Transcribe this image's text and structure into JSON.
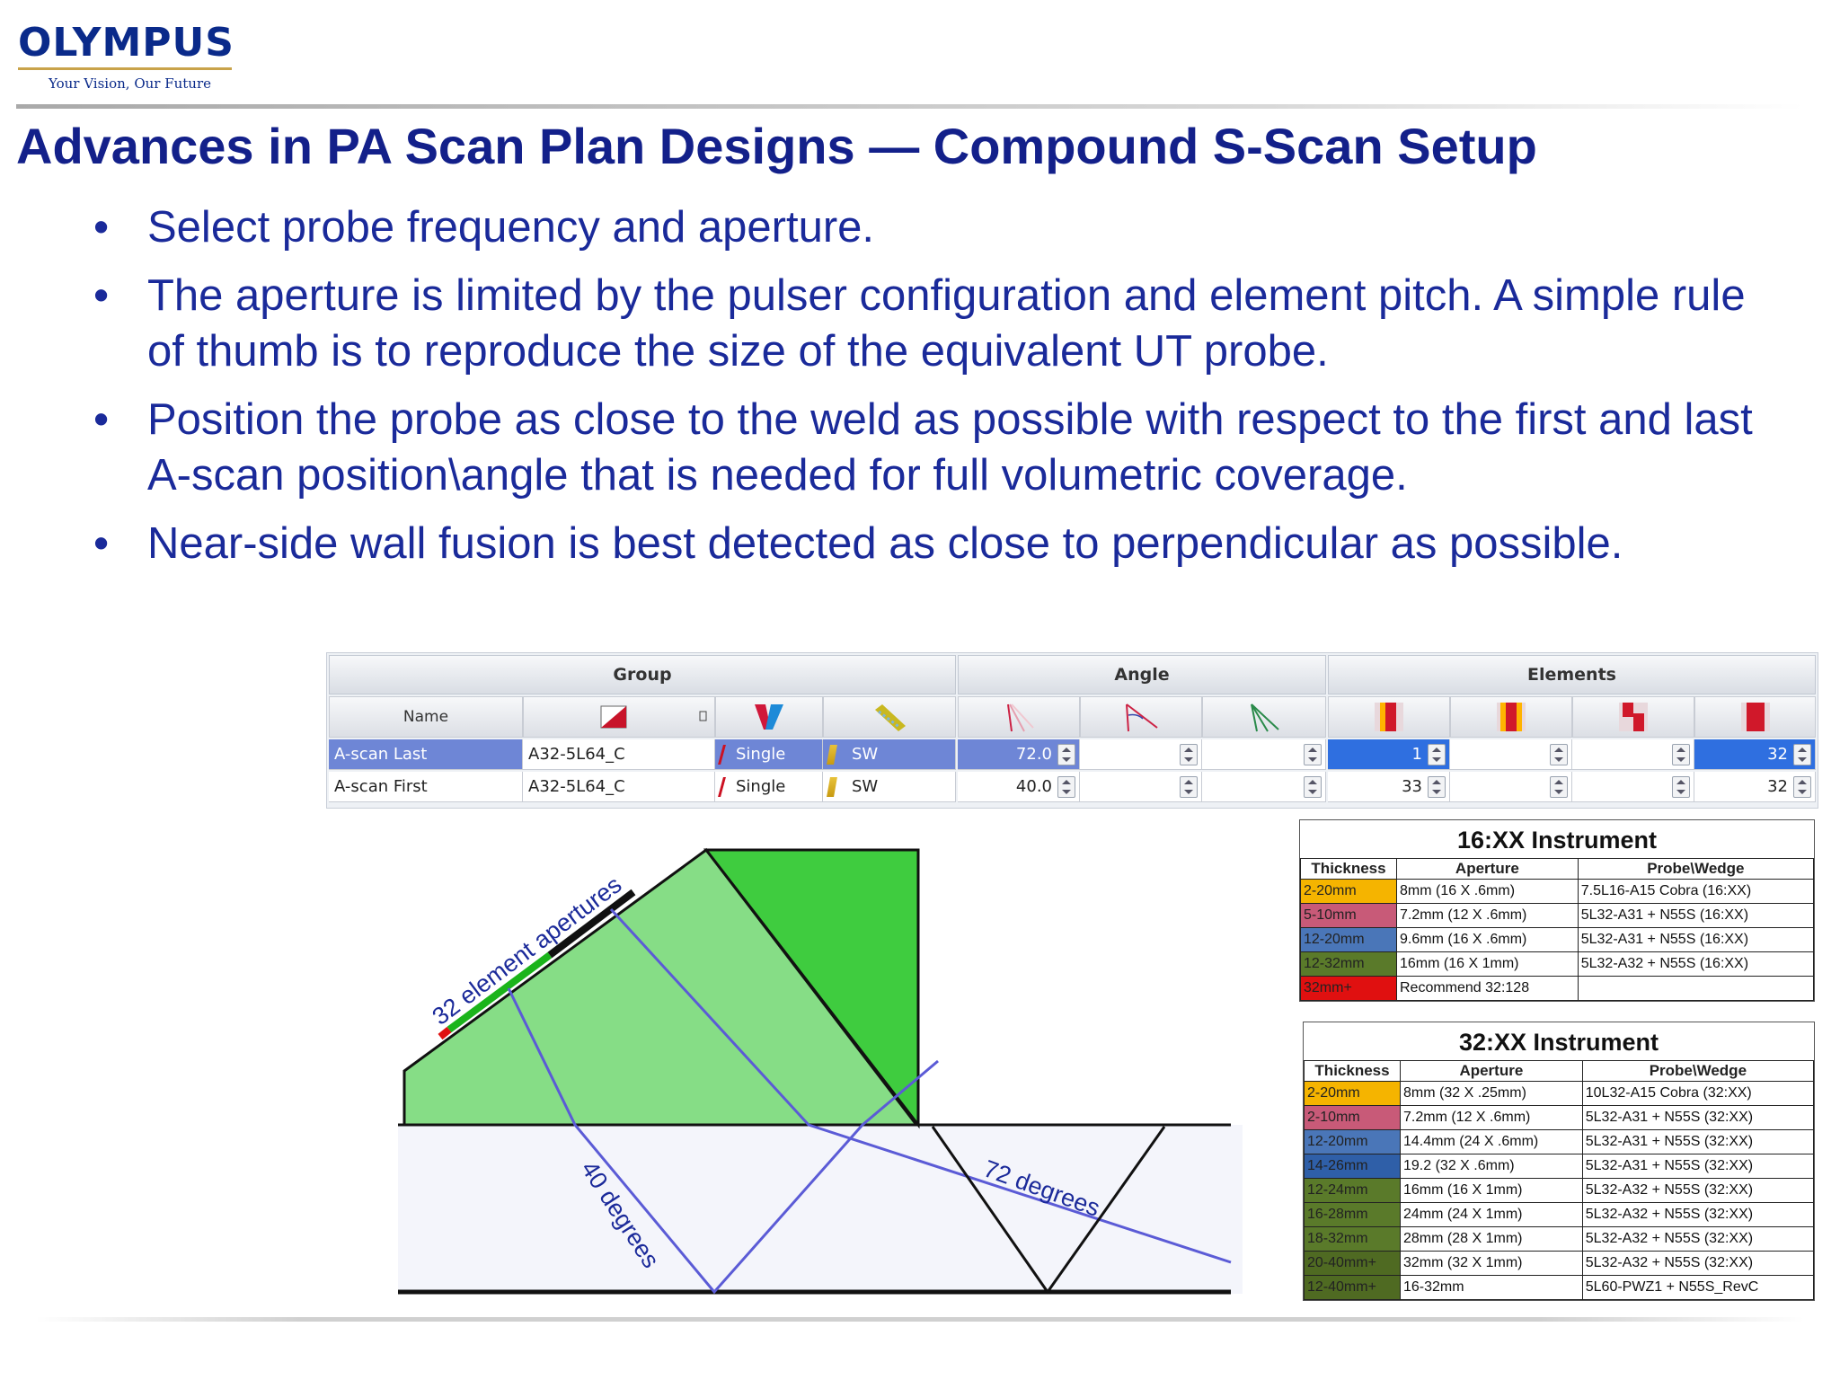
{
  "logo": {
    "name": "OLYMPUS",
    "tagline": "Your Vision, Our Future"
  },
  "title": "Advances in PA Scan Plan Designs — Compound S-Scan Setup",
  "bullets": [
    "Select probe frequency and aperture.",
    "The aperture is limited by the pulser configuration and element pitch. A simple rule of thumb is to reproduce the size of the equivalent UT probe.",
    "Position the probe as close to the weld as possible with respect to the first and last A-scan position\\angle that is needed for full volumetric coverage.",
    "Near-side wall fusion is best detected as close to perpendicular as possible."
  ],
  "setup_table": {
    "headers": {
      "group": "Group",
      "angle": "Angle",
      "elements": "Elements"
    },
    "name_col": "Name",
    "rows": [
      {
        "name": "A-scan Last",
        "probe": "A32-5L64_C",
        "mode": "Single",
        "wave": "SW",
        "angle": "72.0",
        "el_first": "1",
        "el_qty": "32"
      },
      {
        "name": "A-scan First",
        "probe": "A32-5L64_C",
        "mode": "Single",
        "wave": "SW",
        "angle": "40.0",
        "el_first": "33",
        "el_qty": "32"
      }
    ]
  },
  "diagram": {
    "aperture_label": "32 element apertures",
    "angle_low": "40 degrees",
    "angle_high": "72 degrees",
    "colors": {
      "wedge": "#86dd86",
      "probe": "#3fcc3f",
      "beam": "#5b5bd6"
    }
  },
  "table16": {
    "title": "16:XX Instrument",
    "headers": [
      "Thickness",
      "Aperture",
      "Probe\\Wedge"
    ],
    "rows": [
      {
        "thk": "2-20mm",
        "color": "#f5b400",
        "aperture": "8mm (16 X .6mm)",
        "probe": "7.5L16-A15 Cobra (16:XX)"
      },
      {
        "thk": "5-10mm",
        "color": "#c85a78",
        "aperture": "7.2mm (12 X .6mm)",
        "probe": "5L32-A31 + N55S (16:XX)"
      },
      {
        "thk": "12-20mm",
        "color": "#4a76b8",
        "aperture": "9.6mm (16 X .6mm)",
        "probe": "5L32-A31 + N55S (16:XX)"
      },
      {
        "thk": "12-32mm",
        "color": "#5a7a2a",
        "aperture": "16mm (16 X 1mm)",
        "probe": "5L32-A32 + N55S (16:XX)"
      },
      {
        "thk": "32mm+",
        "color": "#e01010",
        "aperture": "Recommend 32:128",
        "probe": ""
      }
    ]
  },
  "table32": {
    "title": "32:XX Instrument",
    "headers": [
      "Thickness",
      "Aperture",
      "Probe\\Wedge"
    ],
    "rows": [
      {
        "thk": "2-20mm",
        "color": "#f5b400",
        "aperture": "8mm (32 X .25mm)",
        "probe": "10L32-A15 Cobra (32:XX)"
      },
      {
        "thk": "2-10mm",
        "color": "#c85a78",
        "aperture": "7.2mm (12 X .6mm)",
        "probe": "5L32-A31 + N55S (32:XX)"
      },
      {
        "thk": "12-20mm",
        "color": "#4a76b8",
        "aperture": "14.4mm (24 X .6mm)",
        "probe": "5L32-A31 + N55S (32:XX)"
      },
      {
        "thk": "14-26mm",
        "color": "#2f5fa8",
        "aperture": "19.2 (32 X .6mm)",
        "probe": "5L32-A31 + N55S (32:XX)"
      },
      {
        "thk": "12-24mm",
        "color": "#5a7a2a",
        "aperture": "16mm (16 X 1mm)",
        "probe": "5L32-A32 + N55S (32:XX)"
      },
      {
        "thk": "16-28mm",
        "color": "#5a7a2a",
        "aperture": "24mm (24 X 1mm)",
        "probe": "5L32-A32 + N55S (32:XX)"
      },
      {
        "thk": "18-32mm",
        "color": "#5a7a2a",
        "aperture": "28mm (28 X 1mm)",
        "probe": "5L32-A32 + N55S (32:XX)"
      },
      {
        "thk": "20-40mm+",
        "color": "#4f6a22",
        "aperture": "32mm (32 X 1mm)",
        "probe": "5L32-A32 + N55S (32:XX)"
      },
      {
        "thk": "12-40mm+",
        "color": "#4f6a22",
        "aperture": "16-32mm",
        "probe": "5L60-PWZ1 + N55S_RevC"
      }
    ]
  }
}
